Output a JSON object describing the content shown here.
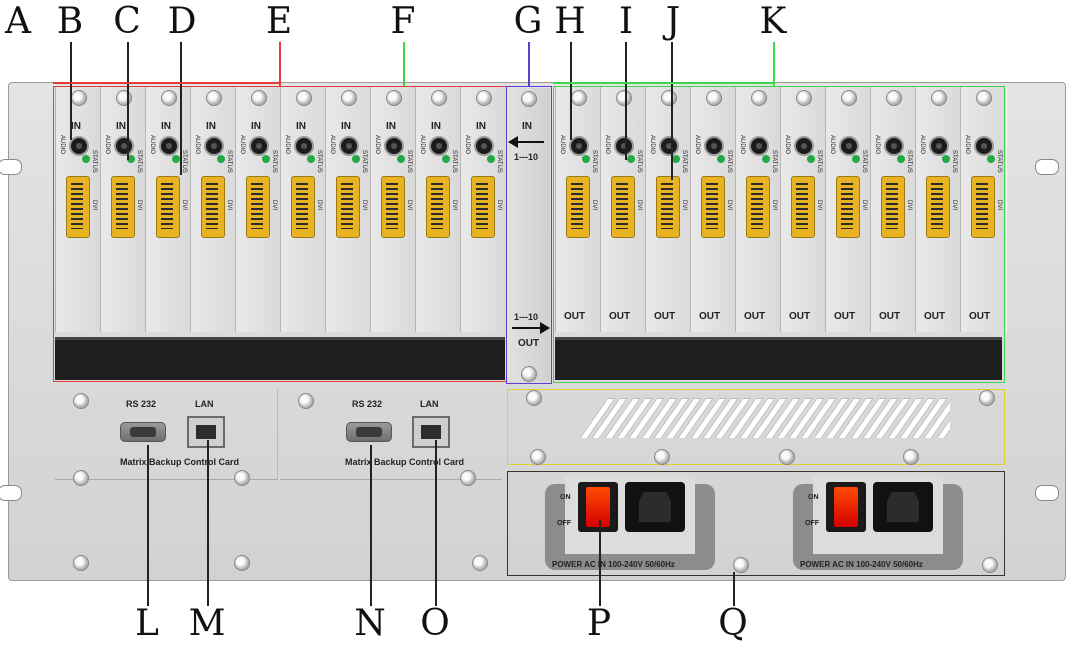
{
  "callouts": {
    "A": "A",
    "B": "B",
    "C": "C",
    "D": "D",
    "E": "E",
    "F": "F",
    "G": "G",
    "H": "H",
    "I": "I",
    "J": "J",
    "K": "K",
    "L": "L",
    "M": "M",
    "N": "N",
    "O": "O",
    "P": "P",
    "Q": "Q"
  },
  "input_card": {
    "audio": "AUDIO",
    "status": "STATUS",
    "port": "DVI",
    "label": "IN"
  },
  "output_card": {
    "audio": "AUDIO",
    "status": "STATUS",
    "port": "DVI",
    "label": "OUT"
  },
  "switch_module": {
    "in_label": "IN",
    "in_range": "1---10",
    "out_range": "1---10",
    "out_label": "OUT"
  },
  "control_cards": [
    {
      "rs232": "RS 232",
      "lan": "LAN",
      "name": "Matrix Backup Control Card"
    },
    {
      "rs232": "RS 232",
      "lan": "LAN",
      "name": "Matrix Backup Control Card"
    }
  ],
  "power_supplies": [
    {
      "on": "ON",
      "off": "OFF",
      "label": "POWER AC IN  100-240V 50/60Hz"
    },
    {
      "on": "ON",
      "off": "OFF",
      "label": "POWER AC IN  100-240V 50/60Hz"
    }
  ],
  "colors": {
    "input_frame": "#e23c3c",
    "switch_frame": "#5b3fd6",
    "output_frame": "#3fd64a",
    "fan_frame": "#e5cf2e",
    "dvi": "#e7b323",
    "led": "#22aa44",
    "power_switch": "#e83a00"
  }
}
